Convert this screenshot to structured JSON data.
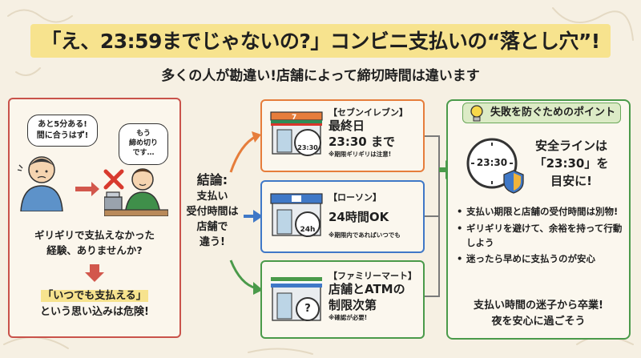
{
  "header": {
    "title": "「え、23:59までじゃないの?」コンビニ支払いの“落とし穴”!",
    "subtitle": "多くの人が勘違い!店舗によって締切時間は違います"
  },
  "left": {
    "bubble1_line1": "あと5分ある!",
    "bubble1_line2": "間に合うはず!",
    "bubble2_line1": "もう",
    "bubble2_line2": "締め切り",
    "bubble2_line3": "です…",
    "question_line1": "ギリギリで支払えなかった",
    "question_line2": "経験、ありませんか?",
    "warn_line1": "「いつでも支払える」",
    "warn_line2": "という思い込みは危険!"
  },
  "conclusion": {
    "heading": "結論:",
    "line1": "支払い",
    "line2": "受付時間は",
    "line3": "店舗で",
    "line4": "違う!"
  },
  "stores": {
    "seven": {
      "name": "【セブンイレブン】",
      "line1": "最終日",
      "line2": "23:30 まで",
      "note": "※期限ギリギリは注意!",
      "clock": "23:30"
    },
    "lawson": {
      "name": "【ローソン】",
      "line1": "24時間OK",
      "note": "※期限内であればいつでも",
      "clock": "24h"
    },
    "familymart": {
      "name": "【ファミリーマート】",
      "line1": "店舗とATMの",
      "line2": "制限次第",
      "note": "※確認が必要!",
      "clock": "?"
    }
  },
  "right": {
    "header": "失敗を防ぐためのポイント",
    "clock": "23:30",
    "safe_line1": "安全ラインは",
    "safe_line2": "「23:30」を",
    "safe_line3": "目安に!",
    "tips": [
      "支払い期限と店舗の受付時間は別物!",
      "ギリギリを避けて、余裕を持って行動しよう",
      "迷ったら早めに支払うのが安心"
    ],
    "closing_line1": "支払い時間の迷子から卒業!",
    "closing_line2": "夜を安心に過ごそう"
  },
  "colors": {
    "title_band": "#f7e38e",
    "left_border": "#c9524a",
    "seven_border": "#e67d3b",
    "lawson_border": "#3f78c7",
    "familymart_border": "#4a9a4a",
    "right_border": "#4a9a4a"
  }
}
